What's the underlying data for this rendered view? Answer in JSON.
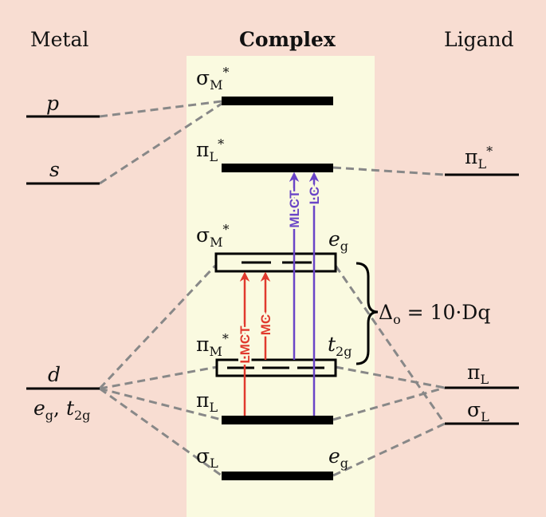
{
  "headers": {
    "metal": "Metal",
    "complex": "Complex",
    "ligand": "Ligand"
  },
  "metal": {
    "p": "p",
    "s": "s",
    "d": "d",
    "d_sub": {
      "eg_main": "e",
      "eg_sub": "g",
      "sep": ", ",
      "t2g_main": "t",
      "t2g_sub": "2g"
    }
  },
  "complex": {
    "sigma_m_top": {
      "sym": "σ",
      "sub": "M",
      "sup": "*"
    },
    "pi_l_star": {
      "sym": "π",
      "sub": "L",
      "sup": "*"
    },
    "sigma_m_eg": {
      "sym": "σ",
      "sub": "M",
      "sup": "*",
      "sym_label_main": "e",
      "sym_label_sub": "g"
    },
    "pi_m_t2g": {
      "sym": "π",
      "sub": "M",
      "sup": "*",
      "sym_label_main": "t",
      "sym_label_sub": "2g"
    },
    "pi_l": {
      "sym": "π",
      "sub": "L"
    },
    "sigma_l": {
      "sym": "σ",
      "sub": "L",
      "sym_label_main": "e",
      "sym_label_sub": "g"
    }
  },
  "ligand": {
    "pi_l_star": {
      "sym": "π",
      "sub": "L",
      "sup": "*"
    },
    "pi_l": {
      "sym": "π",
      "sub": "L"
    },
    "sigma_l": {
      "sym": "σ",
      "sub": "L"
    }
  },
  "transitions": {
    "lmct": "LMCT",
    "mc": "MC",
    "mlct": "MLCT",
    "lc": "LC"
  },
  "splitting": {
    "delta": "Δ",
    "delta_sub": "o",
    "rhs": " = 10·Dq"
  },
  "colors": {
    "background": "#f8ddd2",
    "complex_panel": "#fafae0",
    "level": "#000000",
    "dashed": "#888888",
    "red_arrow": "#e03a2e",
    "blue_arrow": "#6a45c7"
  }
}
